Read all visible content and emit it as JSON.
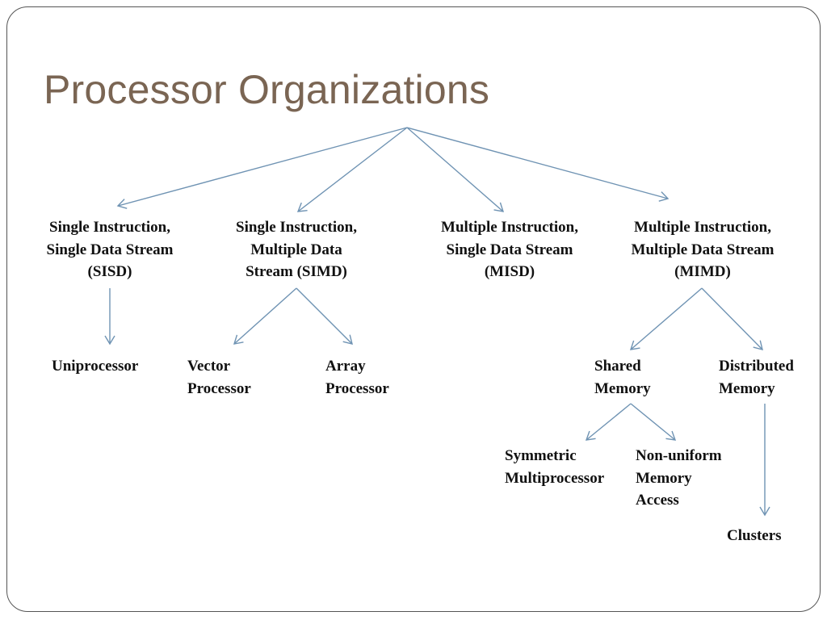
{
  "title": "Processor Organizations",
  "colors": {
    "title": "#7a6553",
    "arrow": "#6f93b3",
    "text": "#111111"
  },
  "nodes": {
    "sisd": [
      "Single Instruction,",
      "Single Data Stream",
      "(SISD)"
    ],
    "simd": [
      "Single Instruction,",
      "Multiple Data",
      "Stream (SIMD)"
    ],
    "misd": [
      "Multiple Instruction,",
      "Single Data Stream",
      "(MISD)"
    ],
    "mimd": [
      "Multiple Instruction,",
      "Multiple Data Stream",
      "(MIMD)"
    ],
    "uniprocessor": [
      "Uniprocessor"
    ],
    "vector_processor": [
      "Vector",
      "Processor"
    ],
    "array_processor": [
      "Array",
      "Processor"
    ],
    "shared_memory": [
      "Shared",
      "Memory"
    ],
    "distributed_memory": [
      "Distributed",
      "Memory"
    ],
    "symmetric_multiprocessor": [
      "Symmetric",
      "Multiprocessor"
    ],
    "numa": [
      "Non-uniform",
      "Memory",
      "Access"
    ],
    "clusters": [
      "Clusters"
    ]
  },
  "edges": [
    [
      "root",
      "sisd"
    ],
    [
      "root",
      "simd"
    ],
    [
      "root",
      "misd"
    ],
    [
      "root",
      "mimd"
    ],
    [
      "sisd",
      "uniprocessor"
    ],
    [
      "simd",
      "vector_processor"
    ],
    [
      "simd",
      "array_processor"
    ],
    [
      "mimd",
      "shared_memory"
    ],
    [
      "mimd",
      "distributed_memory"
    ],
    [
      "shared_memory",
      "symmetric_multiprocessor"
    ],
    [
      "shared_memory",
      "numa"
    ],
    [
      "distributed_memory",
      "clusters"
    ]
  ]
}
